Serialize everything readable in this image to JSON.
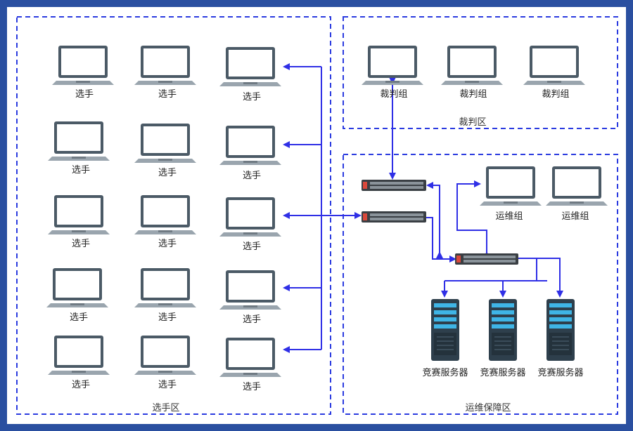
{
  "zones": {
    "players": "选手区",
    "referees": "裁判区",
    "ops": "运维保障区"
  },
  "labels": {
    "player": "选手",
    "referee": "裁判组",
    "ops": "运维组",
    "server": "竞赛服务器"
  },
  "player_rows": [
    [
      "选手",
      "选手",
      "选手"
    ],
    [
      "选手",
      "选手",
      "选手"
    ],
    [
      "选手",
      "选手",
      "选手"
    ],
    [
      "选手",
      "选手",
      "选手"
    ],
    [
      "选手",
      "选手",
      "选手"
    ]
  ],
  "referee_laptops": [
    "裁判组",
    "裁判组",
    "裁判组"
  ],
  "ops_laptops": [
    "运维组",
    "运维组"
  ],
  "servers": [
    "竞赛服务器",
    "竞赛服务器",
    "竞赛服务器"
  ],
  "colors": {
    "border": "#2a4fa0",
    "zone_dash": "#2b3be0",
    "arrow": "#2f2fe6",
    "laptop_frame": "#4b5a66",
    "laptop_screen": "#ffffff",
    "laptop_base": "#9aa5ae",
    "switch_body": "#3a3f44",
    "switch_accent": "#d9483b",
    "server_body": "#2e3f4c",
    "server_light": "#3fb5e6"
  }
}
